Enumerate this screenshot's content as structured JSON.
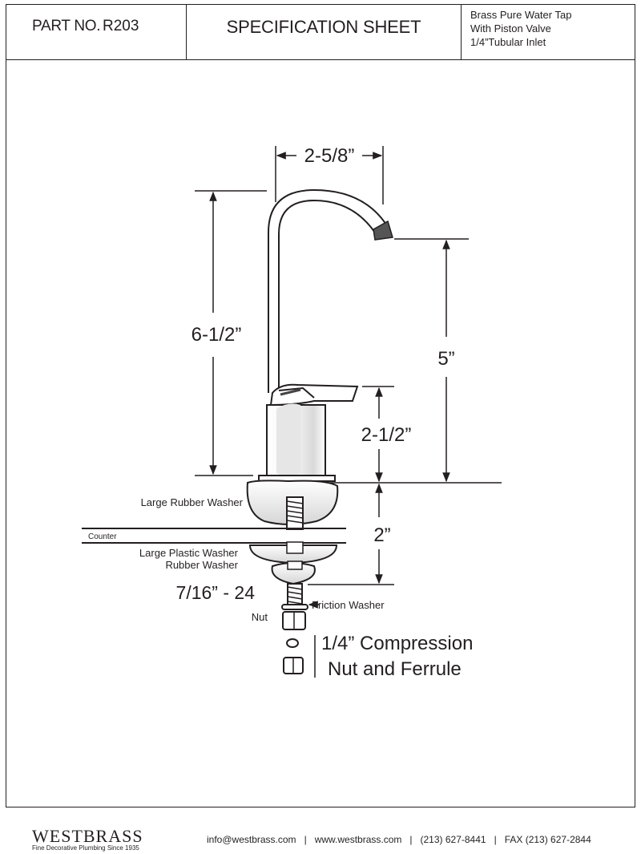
{
  "header": {
    "part_label": "PART NO.",
    "part_number": "R203",
    "title": "SPECIFICATION SHEET",
    "description": [
      "Brass Pure Water Tap",
      "With Piston Valve",
      "1/4”Tubular Inlet"
    ]
  },
  "dimensions": {
    "spout_reach": "2-5/8”",
    "total_height": "6-1/2”",
    "spout_height": "5”",
    "handle_height": "2-1/2”",
    "shank_length": "2”",
    "thread": "7/16” - 24"
  },
  "parts": {
    "large_rubber_washer": "Large Rubber Washer",
    "counter": "Counter",
    "large_plastic_washer": "Large Plastic Washer",
    "rubber_washer": "Rubber Washer",
    "friction_washer": "Friction Washer",
    "nut": "Nut",
    "compression_line1": "1/4” Compression",
    "compression_line2": "Nut and Ferrule"
  },
  "footer": {
    "brand": "WESTBRASS",
    "tagline": "Fine Decorative Plumbing Since 1935",
    "email": "info@westbrass.com",
    "website": "www.westbrass.com",
    "phone": "(213) 627-8441",
    "fax": "FAX (213) 627-2844"
  },
  "colors": {
    "line": "#231f20",
    "background": "#ffffff"
  }
}
